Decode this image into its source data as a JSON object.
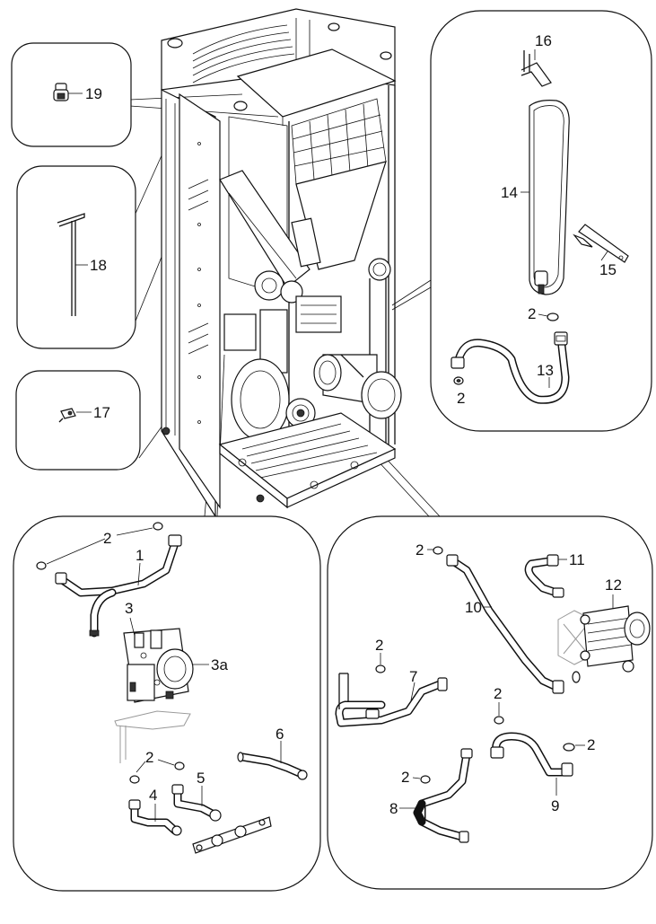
{
  "callouts": {
    "c1": "1",
    "c2": "2",
    "c3": "3",
    "c3a": "3a",
    "c4": "4",
    "c5": "5",
    "c6": "6",
    "c7": "7",
    "c8": "8",
    "c9": "9",
    "c10": "10",
    "c11": "11",
    "c12": "12",
    "c13": "13",
    "c14": "14",
    "c15": "15",
    "c16": "16",
    "c17": "17",
    "c18": "18",
    "c19": "19"
  }
}
